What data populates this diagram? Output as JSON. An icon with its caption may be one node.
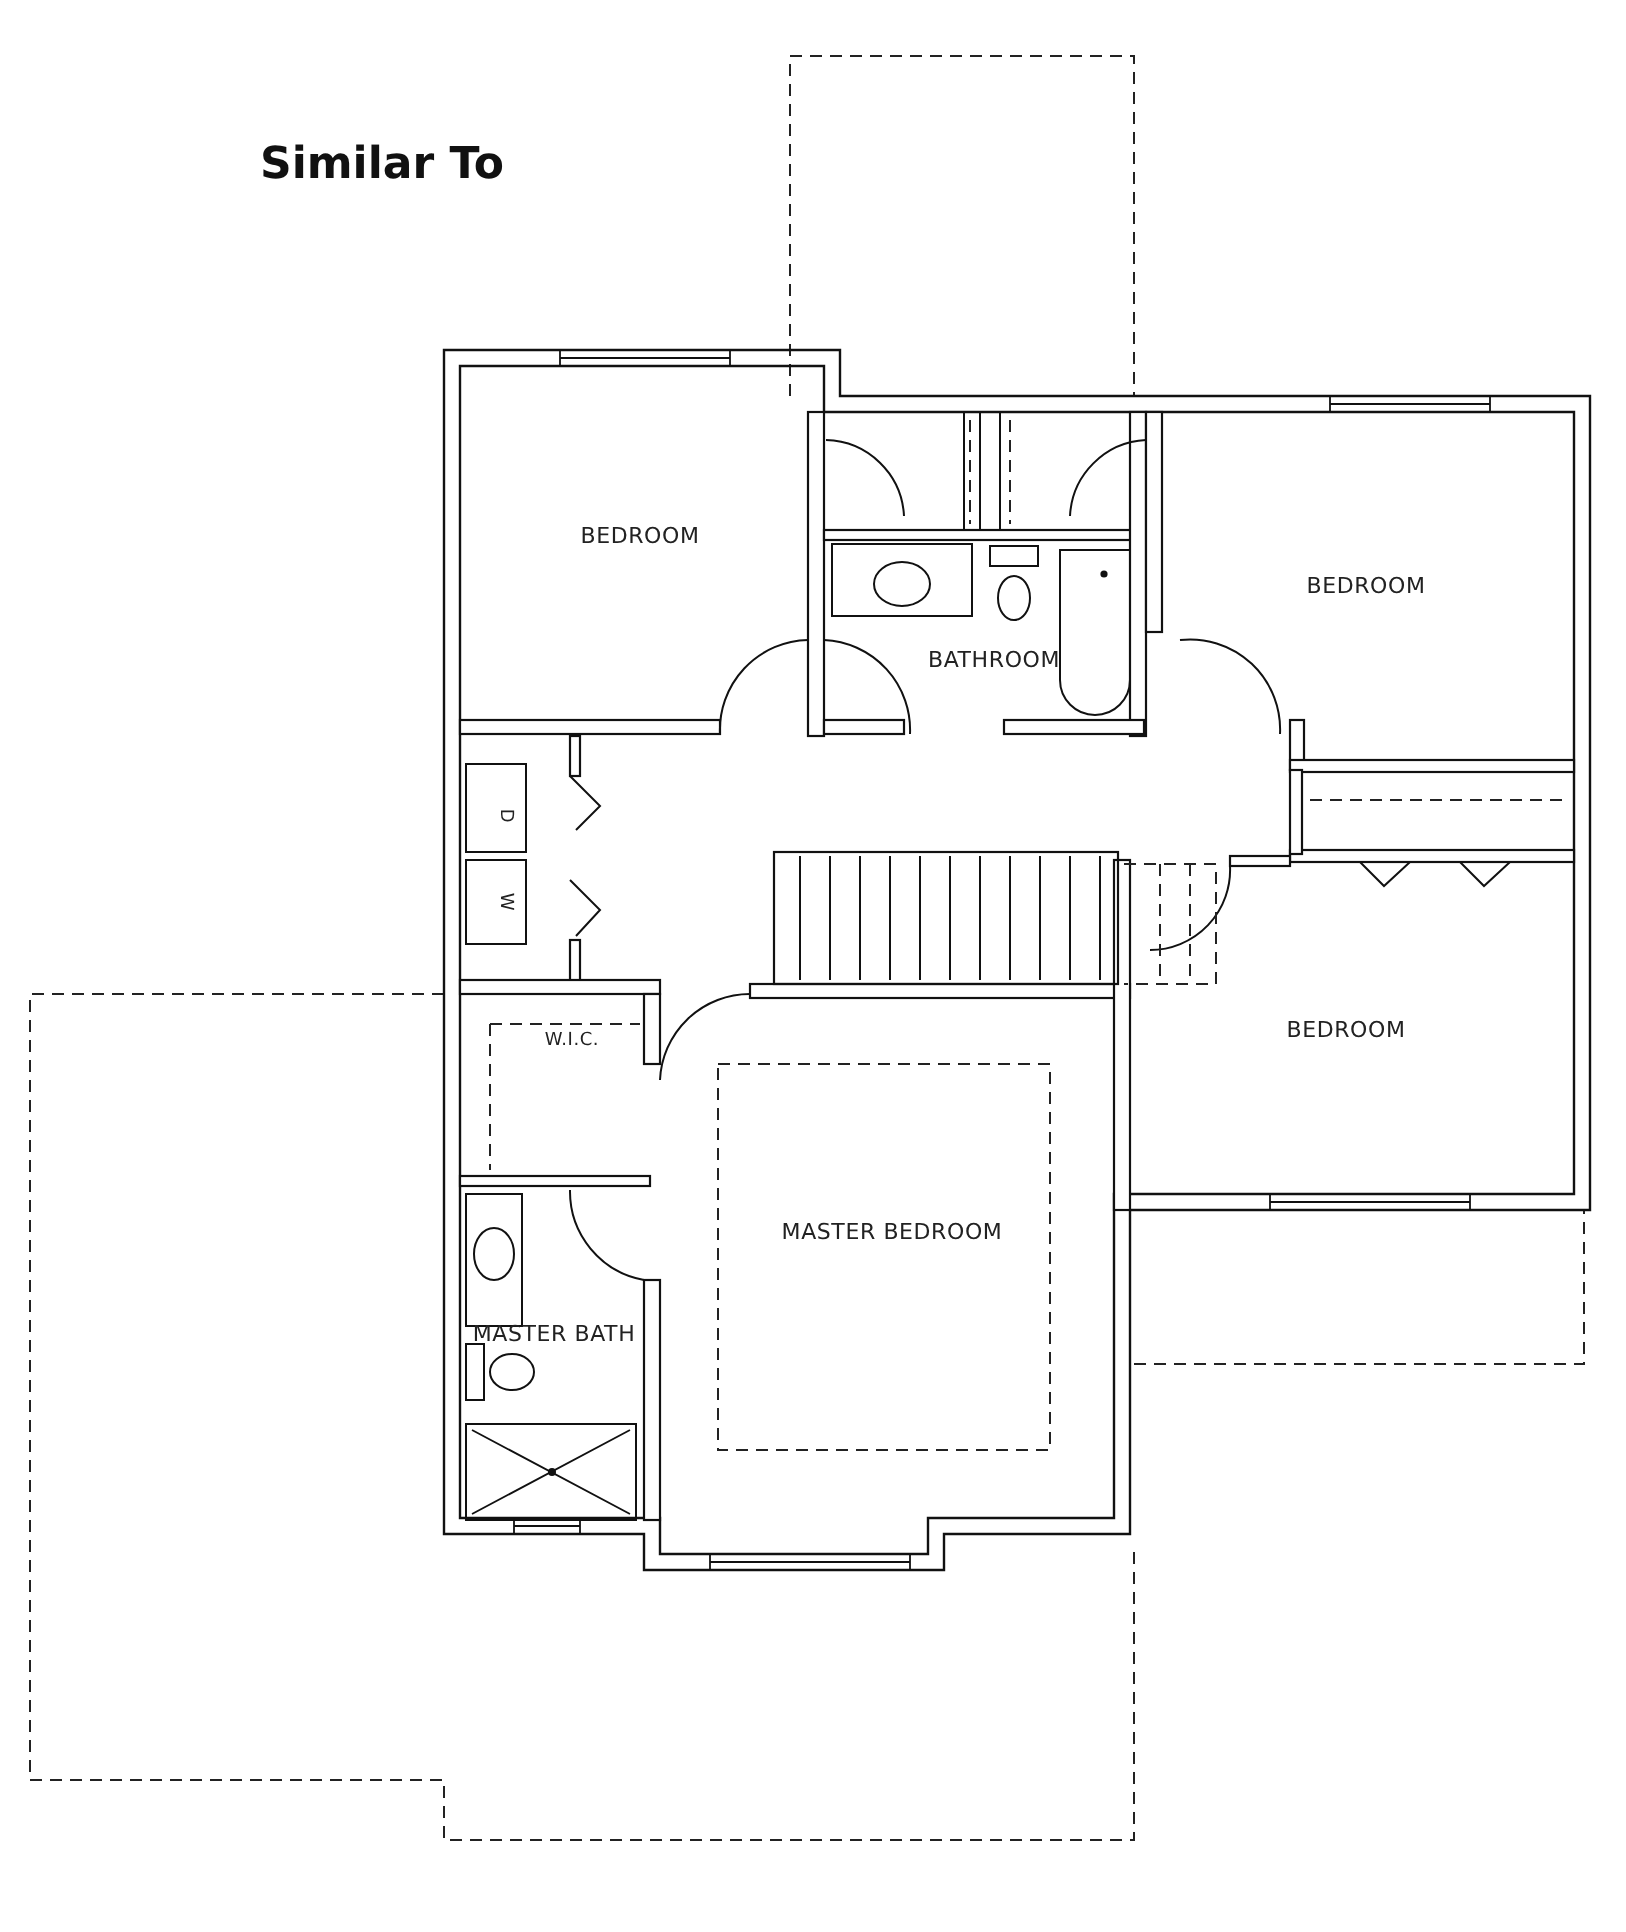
{
  "diagram": {
    "title": "Similar To",
    "labels": [
      "BEDROOM",
      "BEDROOM",
      "BATHROOM",
      "D",
      "W",
      "BEDROOM",
      "W.I.C.",
      "MASTER BEDROOM",
      "MASTER BATH"
    ]
  }
}
